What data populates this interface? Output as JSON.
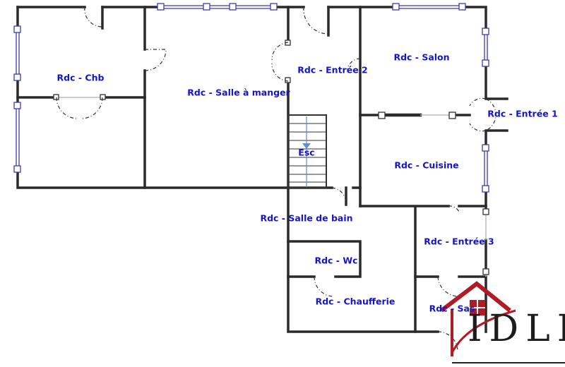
{
  "rooms": [
    {
      "label": "Rdc - Chb"
    },
    {
      "label": "Rdc - Salle à manger"
    },
    {
      "label": "Rdc - Entrée 2"
    },
    {
      "label": "Rdc - Salon"
    },
    {
      "label": "Rdc - Entrée 1"
    },
    {
      "label": "Esc"
    },
    {
      "label": "Rdc - Cuisine"
    },
    {
      "label": "Rdc - Salle de bain"
    },
    {
      "label": "Rdc - Entrée 3"
    },
    {
      "label": "Rdc - Wc"
    },
    {
      "label": "Rdc - Chaufferie"
    },
    {
      "label": "Rdc - Sas"
    }
  ],
  "logo": {
    "text": "IDLR",
    "color": "#b01c24"
  },
  "colors": {
    "label": "#1414c8",
    "wall": "#2a2a2a",
    "window": "#3b3bb0"
  }
}
